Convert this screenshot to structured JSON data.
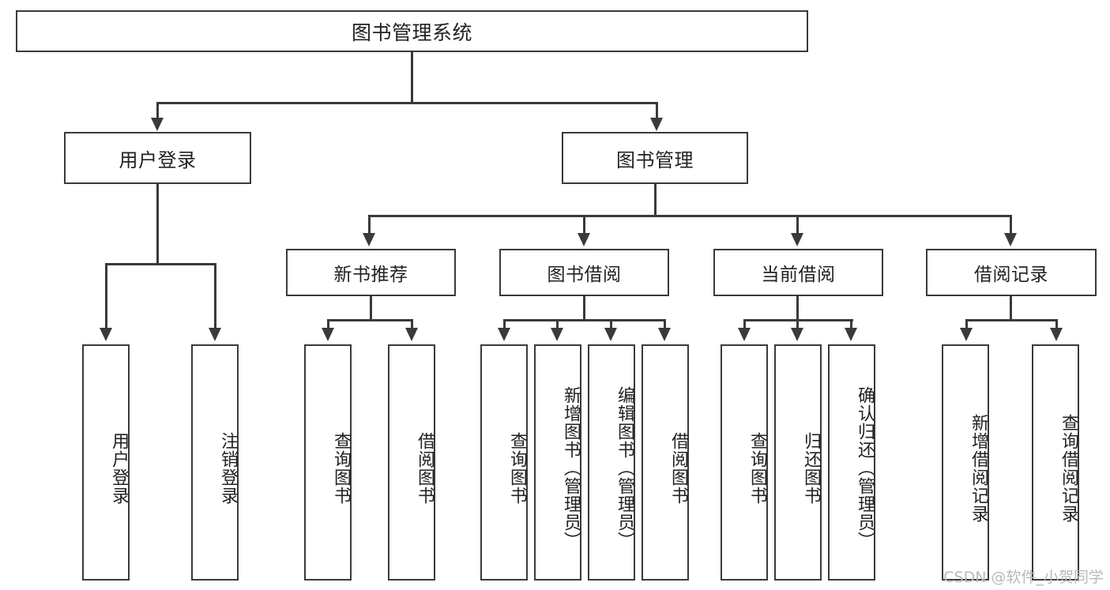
{
  "diagram": {
    "type": "tree",
    "title": "图书管理系统",
    "watermark": "CSDN @软件_小贺同学",
    "theme": {
      "background": "#ffffff",
      "box_border": "#3a3a3a",
      "box_fill": "#ffffff",
      "text": "#222222",
      "connector": "#3a3a3a",
      "watermark_color": "#b9b9b9"
    },
    "nodes": {
      "root": {
        "label": "图书管理系统"
      },
      "level2": [
        {
          "id": "user-login",
          "label": "用户登录"
        },
        {
          "id": "book-manage",
          "label": "图书管理"
        }
      ],
      "level3": [
        {
          "id": "new-book-recommend",
          "label": "新书推荐"
        },
        {
          "id": "book-borrow",
          "label": "图书借阅"
        },
        {
          "id": "current-borrow",
          "label": "当前借阅"
        },
        {
          "id": "borrow-record",
          "label": "借阅记录"
        }
      ],
      "leaves": {
        "user_login": [
          {
            "id": "leaf-user-login",
            "label": "用户登录"
          },
          {
            "id": "leaf-user-logout",
            "label": "注销登录"
          }
        ],
        "new_book_recommend": [
          {
            "id": "leaf-query-book-1",
            "label": "查询图书"
          },
          {
            "id": "leaf-borrow-book-1",
            "label": "借阅图书"
          }
        ],
        "book_borrow": [
          {
            "id": "leaf-query-book-2",
            "label": "查询图书"
          },
          {
            "id": "leaf-add-book",
            "label": "新增图书（管理员）"
          },
          {
            "id": "leaf-edit-book",
            "label": "编辑图书（管理员）"
          },
          {
            "id": "leaf-borrow-book-2",
            "label": "借阅图书"
          }
        ],
        "current_borrow": [
          {
            "id": "leaf-query-book-3",
            "label": "查询图书"
          },
          {
            "id": "leaf-return-book",
            "label": "归还图书"
          },
          {
            "id": "leaf-confirm-return",
            "label": "确认归还（管理员）"
          }
        ],
        "borrow_record": [
          {
            "id": "leaf-add-record",
            "label": "新增借阅记录"
          },
          {
            "id": "leaf-query-record",
            "label": "查询借阅记录"
          }
        ]
      }
    },
    "edges": [
      {
        "from": "root",
        "to": "user-login"
      },
      {
        "from": "root",
        "to": "book-manage"
      },
      {
        "from": "user-login",
        "to": "leaf-user-login"
      },
      {
        "from": "user-login",
        "to": "leaf-user-logout"
      },
      {
        "from": "book-manage",
        "to": "new-book-recommend"
      },
      {
        "from": "book-manage",
        "to": "book-borrow"
      },
      {
        "from": "book-manage",
        "to": "current-borrow"
      },
      {
        "from": "book-manage",
        "to": "borrow-record"
      },
      {
        "from": "new-book-recommend",
        "to": "leaf-query-book-1"
      },
      {
        "from": "new-book-recommend",
        "to": "leaf-borrow-book-1"
      },
      {
        "from": "book-borrow",
        "to": "leaf-query-book-2"
      },
      {
        "from": "book-borrow",
        "to": "leaf-add-book"
      },
      {
        "from": "book-borrow",
        "to": "leaf-edit-book"
      },
      {
        "from": "book-borrow",
        "to": "leaf-borrow-book-2"
      },
      {
        "from": "current-borrow",
        "to": "leaf-query-book-3"
      },
      {
        "from": "current-borrow",
        "to": "leaf-return-book"
      },
      {
        "from": "current-borrow",
        "to": "leaf-confirm-return"
      },
      {
        "from": "borrow-record",
        "to": "leaf-add-record"
      },
      {
        "from": "borrow-record",
        "to": "leaf-query-record"
      }
    ]
  }
}
